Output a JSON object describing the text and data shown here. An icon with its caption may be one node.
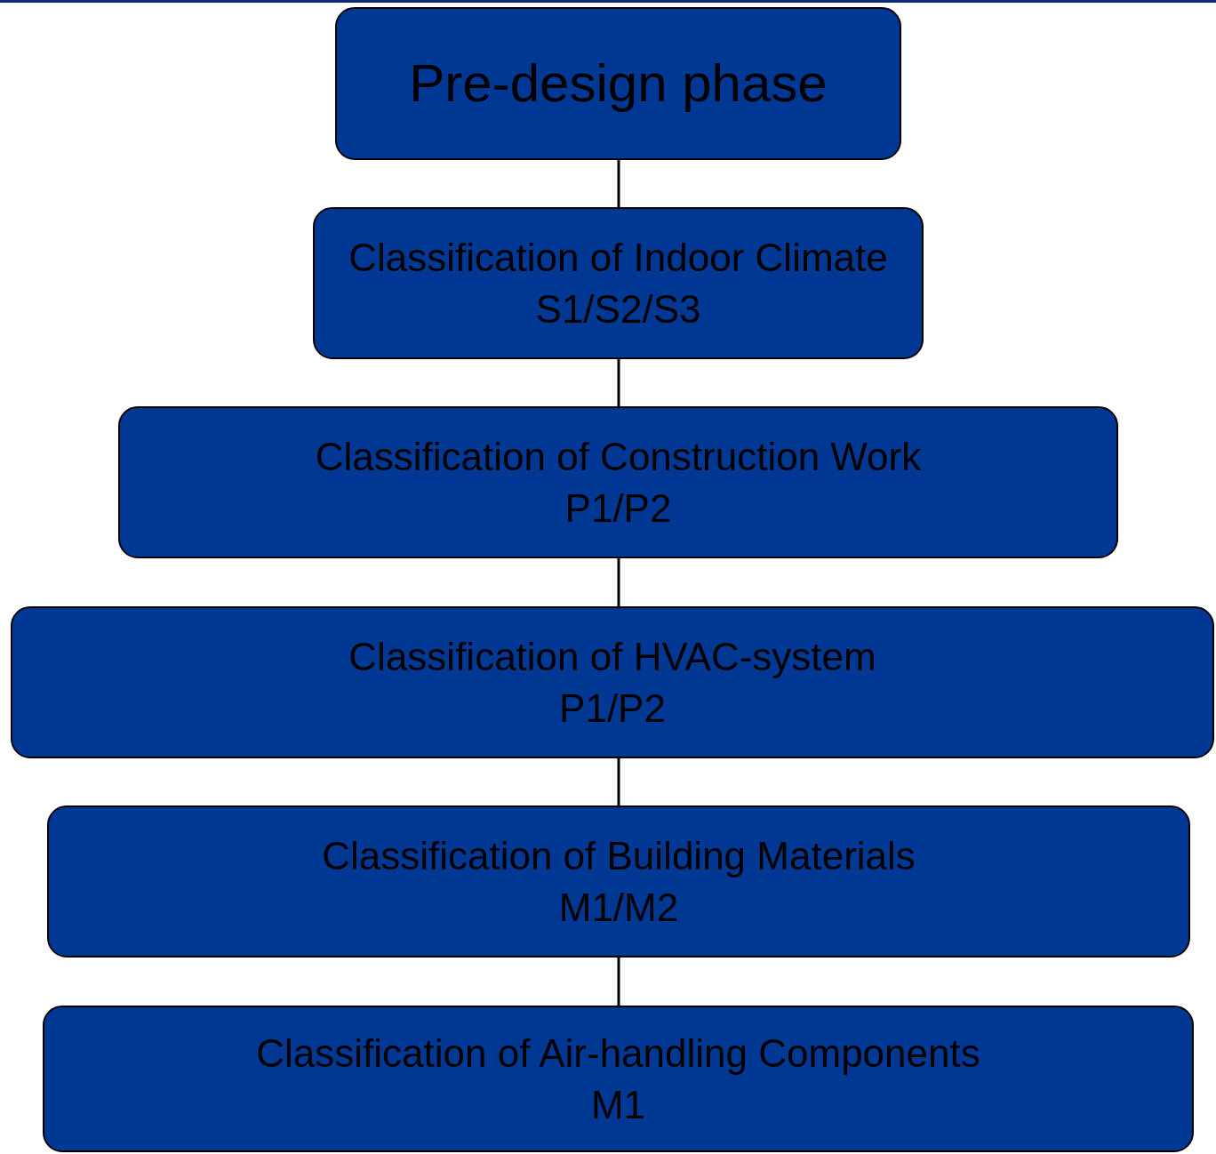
{
  "diagram": {
    "nodes": [
      {
        "text": [
          "Pre-design phase"
        ]
      },
      {
        "text": [
          "Classification of Indoor Climate",
          "S1/S2/S3"
        ]
      },
      {
        "text": [
          "Classification of Construction Work",
          "P1/P2"
        ]
      },
      {
        "text": [
          "Classification of HVAC-system",
          "P1/P2"
        ]
      },
      {
        "text": [
          "Classification of Building Materials",
          "M1/M2"
        ]
      },
      {
        "text": [
          "Classification of Air-handling Components",
          "M1"
        ]
      }
    ],
    "edges": [
      {
        "from": 0,
        "to": 1,
        "arrow": "none"
      },
      {
        "from": 1,
        "to": 2,
        "arrow": "none"
      },
      {
        "from": 2,
        "to": 3,
        "arrow": "none"
      },
      {
        "from": 3,
        "to": 4,
        "arrow": "none"
      },
      {
        "from": 4,
        "to": 5,
        "arrow": "none"
      }
    ]
  }
}
